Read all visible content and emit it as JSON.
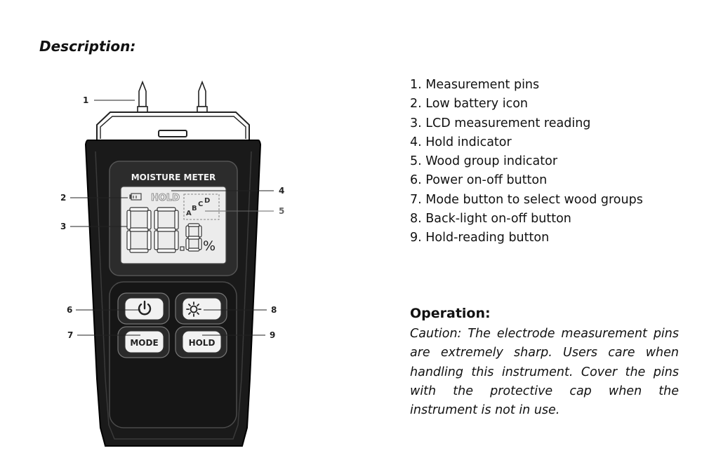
{
  "heading": "Description:",
  "device": {
    "title": "MOISTURE METER",
    "hold_indicator": "HOLD",
    "wood_groups": [
      "A",
      "B",
      "C",
      "D"
    ],
    "unit": "%",
    "buttons": {
      "mode_label": "MODE",
      "hold_label": "HOLD",
      "power_icon": "power-icon",
      "backlight_icon": "sun-icon"
    }
  },
  "callouts": [
    "1",
    "2",
    "3",
    "4",
    "5",
    "6",
    "7",
    "8",
    "9"
  ],
  "legend": [
    "1. Measurement pins",
    "2. Low battery icon",
    "3. LCD measurement reading",
    "4. Hold indicator",
    "5. Wood group indicator",
    "6. Power on-off button",
    "7. Mode button to select wood groups",
    "8. Back-light on-off button",
    "9. Hold-reading button"
  ],
  "operation": {
    "title": "Operation:",
    "text": "Caution: The electrode measurement pins are extremely sharp. Users care when handling this instrument. Cover the pins with the protective cap when the instrument is not in use."
  }
}
